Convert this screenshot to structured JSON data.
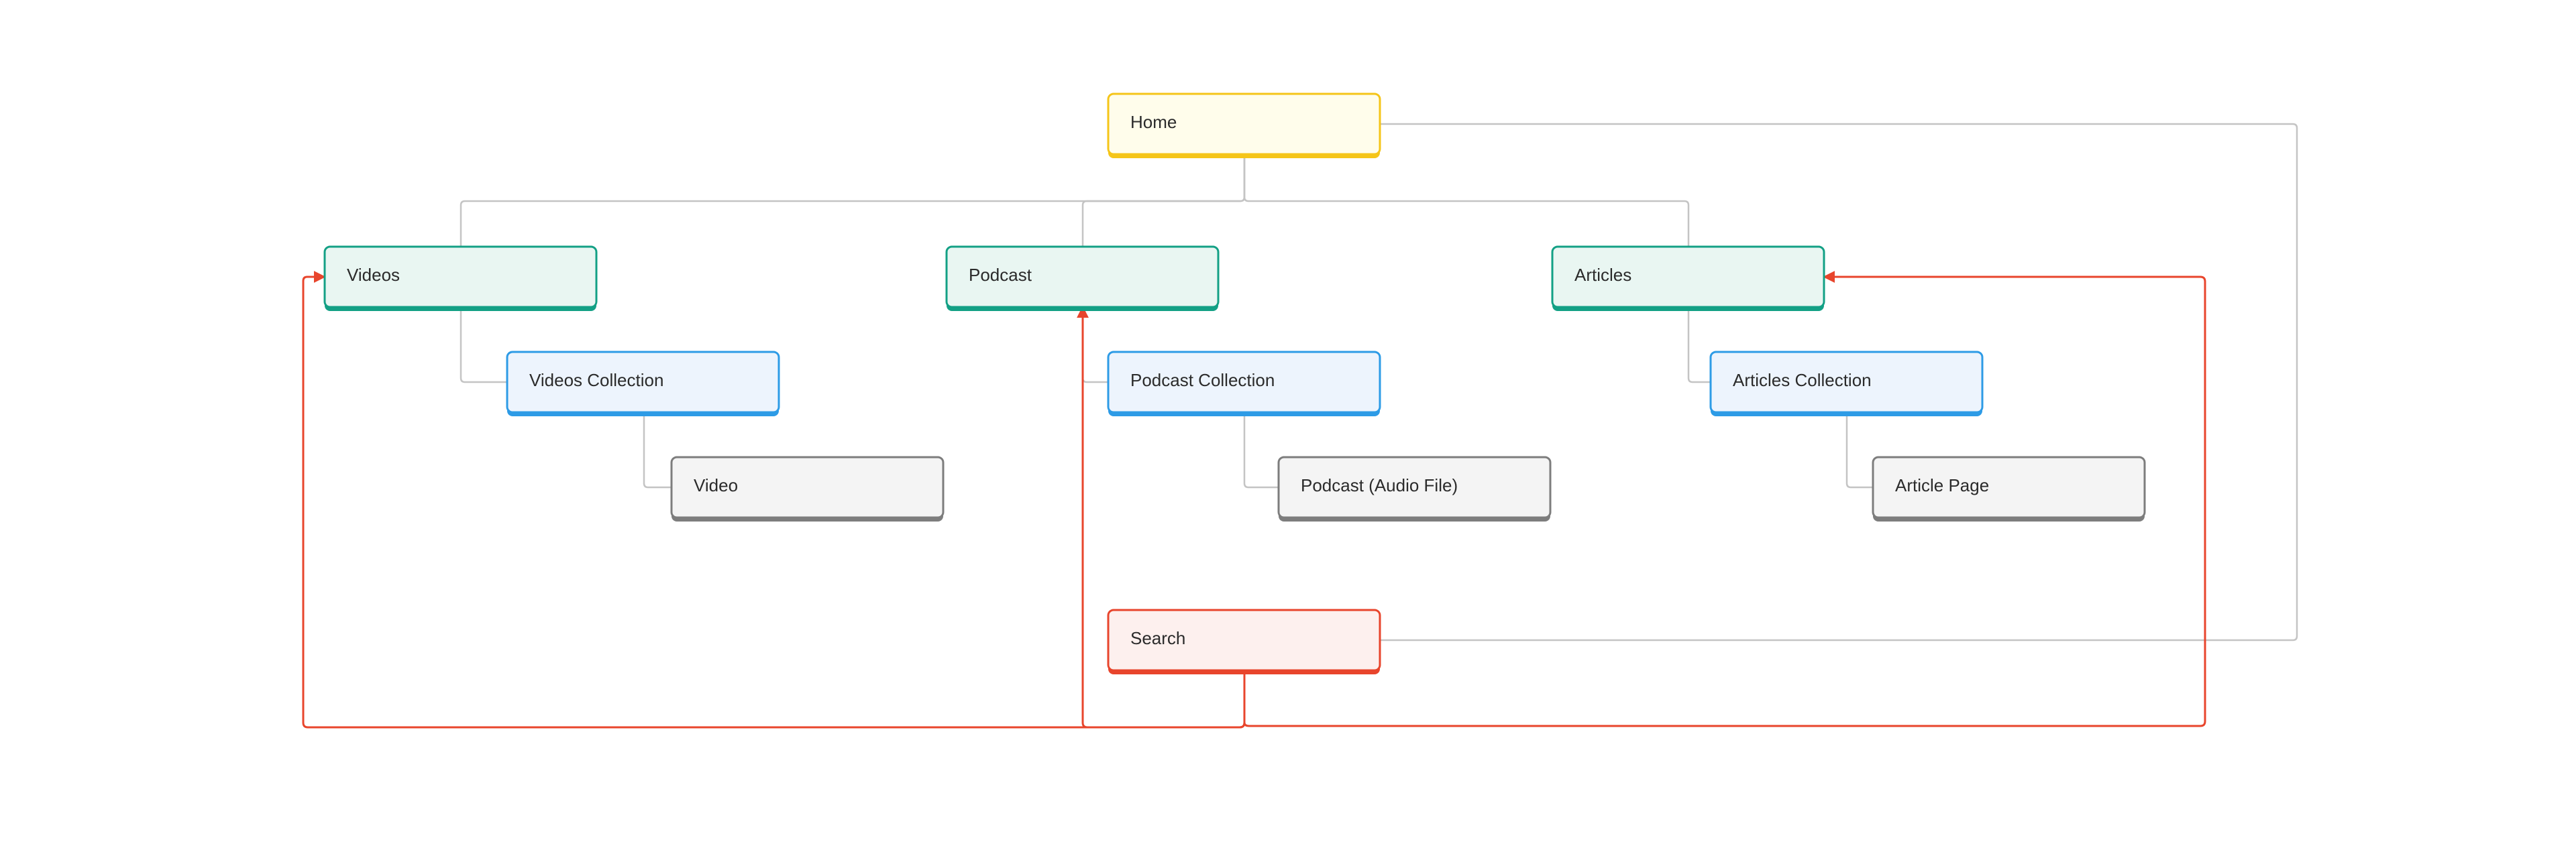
{
  "colors": {
    "background": "#ffffff",
    "connector_gray": "#c4c4c4",
    "connector_red": "#e8452c",
    "node_home": {
      "fill": "#fffdeb",
      "stroke": "#f5c518"
    },
    "node_section": {
      "fill": "#e9f6f2",
      "stroke": "#13a085"
    },
    "node_collection": {
      "fill": "#edf4fd",
      "stroke": "#2d9be6"
    },
    "node_page": {
      "fill": "#f4f4f4",
      "stroke": "#7d7d7d"
    },
    "node_search": {
      "fill": "#fdf0ee",
      "stroke": "#e8452c"
    }
  },
  "diagram": {
    "nodes": [
      {
        "id": "home",
        "label": "Home",
        "kind": "home"
      },
      {
        "id": "videos",
        "label": "Videos",
        "kind": "section"
      },
      {
        "id": "podcast",
        "label": "Podcast",
        "kind": "section"
      },
      {
        "id": "articles",
        "label": "Articles",
        "kind": "section"
      },
      {
        "id": "videos_collection",
        "label": "Videos Collection",
        "kind": "collection"
      },
      {
        "id": "podcast_collection",
        "label": "Podcast Collection",
        "kind": "collection"
      },
      {
        "id": "articles_collection",
        "label": "Articles Collection",
        "kind": "collection"
      },
      {
        "id": "video",
        "label": "Video",
        "kind": "page"
      },
      {
        "id": "podcast_audio",
        "label": "Podcast (Audio File)",
        "kind": "page"
      },
      {
        "id": "article_page",
        "label": "Article Page",
        "kind": "page"
      },
      {
        "id": "search",
        "label": "Search",
        "kind": "search"
      }
    ],
    "edges": [
      {
        "from": "home",
        "to": "videos",
        "kind": "hierarchy"
      },
      {
        "from": "home",
        "to": "podcast",
        "kind": "hierarchy"
      },
      {
        "from": "home",
        "to": "articles",
        "kind": "hierarchy"
      },
      {
        "from": "home",
        "to": "search",
        "kind": "hierarchy"
      },
      {
        "from": "videos",
        "to": "videos_collection",
        "kind": "hierarchy"
      },
      {
        "from": "podcast",
        "to": "podcast_collection",
        "kind": "hierarchy"
      },
      {
        "from": "articles",
        "to": "articles_collection",
        "kind": "hierarchy"
      },
      {
        "from": "videos_collection",
        "to": "video",
        "kind": "hierarchy"
      },
      {
        "from": "podcast_collection",
        "to": "podcast_audio",
        "kind": "hierarchy"
      },
      {
        "from": "articles_collection",
        "to": "article_page",
        "kind": "hierarchy"
      },
      {
        "from": "search",
        "to": "videos",
        "kind": "link"
      },
      {
        "from": "search",
        "to": "podcast",
        "kind": "link"
      },
      {
        "from": "search",
        "to": "articles",
        "kind": "link"
      }
    ]
  }
}
